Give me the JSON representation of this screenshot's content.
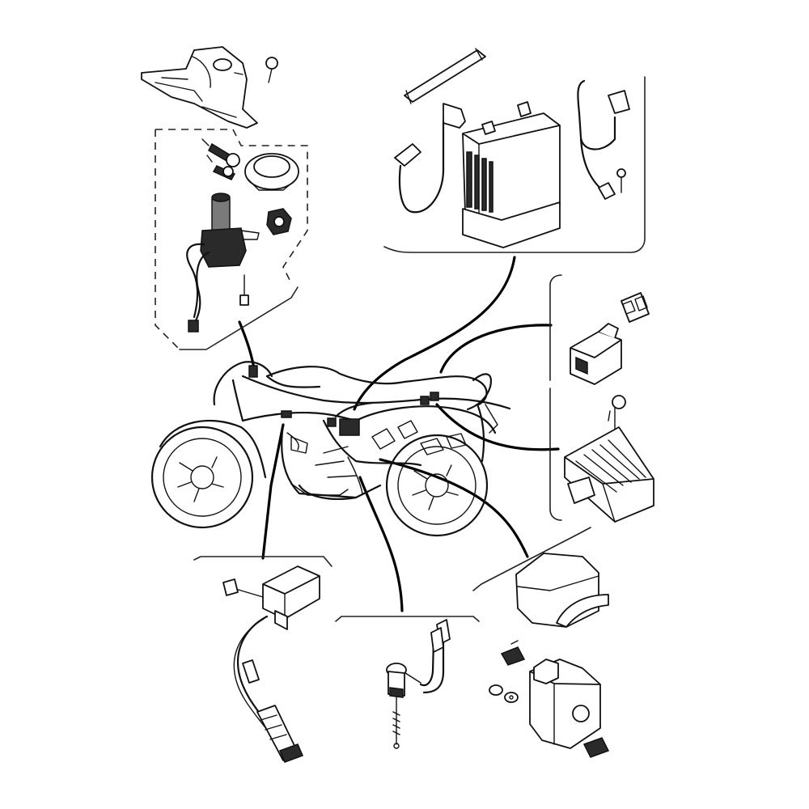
{
  "diagram": {
    "parts": [
      {
        "key": "seat_lock_bracket",
        "icon": "seat-lock-bracket-icon"
      },
      {
        "key": "main_switch_assembly",
        "icon": "main-switch-icon"
      },
      {
        "key": "battery_assembly",
        "icon": "battery-icon"
      },
      {
        "key": "relay_connector",
        "icon": "relay-connector-icon"
      },
      {
        "key": "rectifier_regulator",
        "icon": "rectifier-regulator-icon"
      },
      {
        "key": "ignition_coil",
        "icon": "ignition-coil-icon"
      },
      {
        "key": "neutral_switch",
        "icon": "neutral-switch-icon"
      },
      {
        "key": "starter_relay",
        "icon": "starter-relay-icon"
      },
      {
        "key": "motorcycle",
        "icon": "motorcycle-icon"
      }
    ],
    "colors": {
      "line": "#111111",
      "background": "#ffffff",
      "part_dark": "#2a2a2a"
    }
  }
}
